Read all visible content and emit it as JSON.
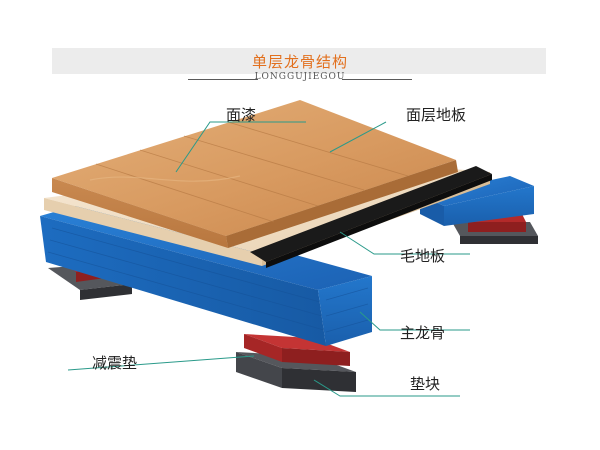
{
  "header": {
    "title": "单层龙骨结构",
    "subtitle": "LONGGUJIEGOU"
  },
  "callouts": {
    "paint": "面漆",
    "surface_board": "面层地板",
    "rough_board": "毛地板",
    "main_joist": "主龙骨",
    "shock_pad": "减震垫",
    "spacer_block": "垫块"
  },
  "colors": {
    "title_accent": "#e2701e",
    "leader_line": "#2a9a8a",
    "joist_blue": "#1f6fc4",
    "pad_red": "#b32a2a",
    "block_gray": "#3f4044",
    "wood": "#d99a62",
    "membrane": "#1a1a1a",
    "subfloor": "#f0dcc2"
  }
}
